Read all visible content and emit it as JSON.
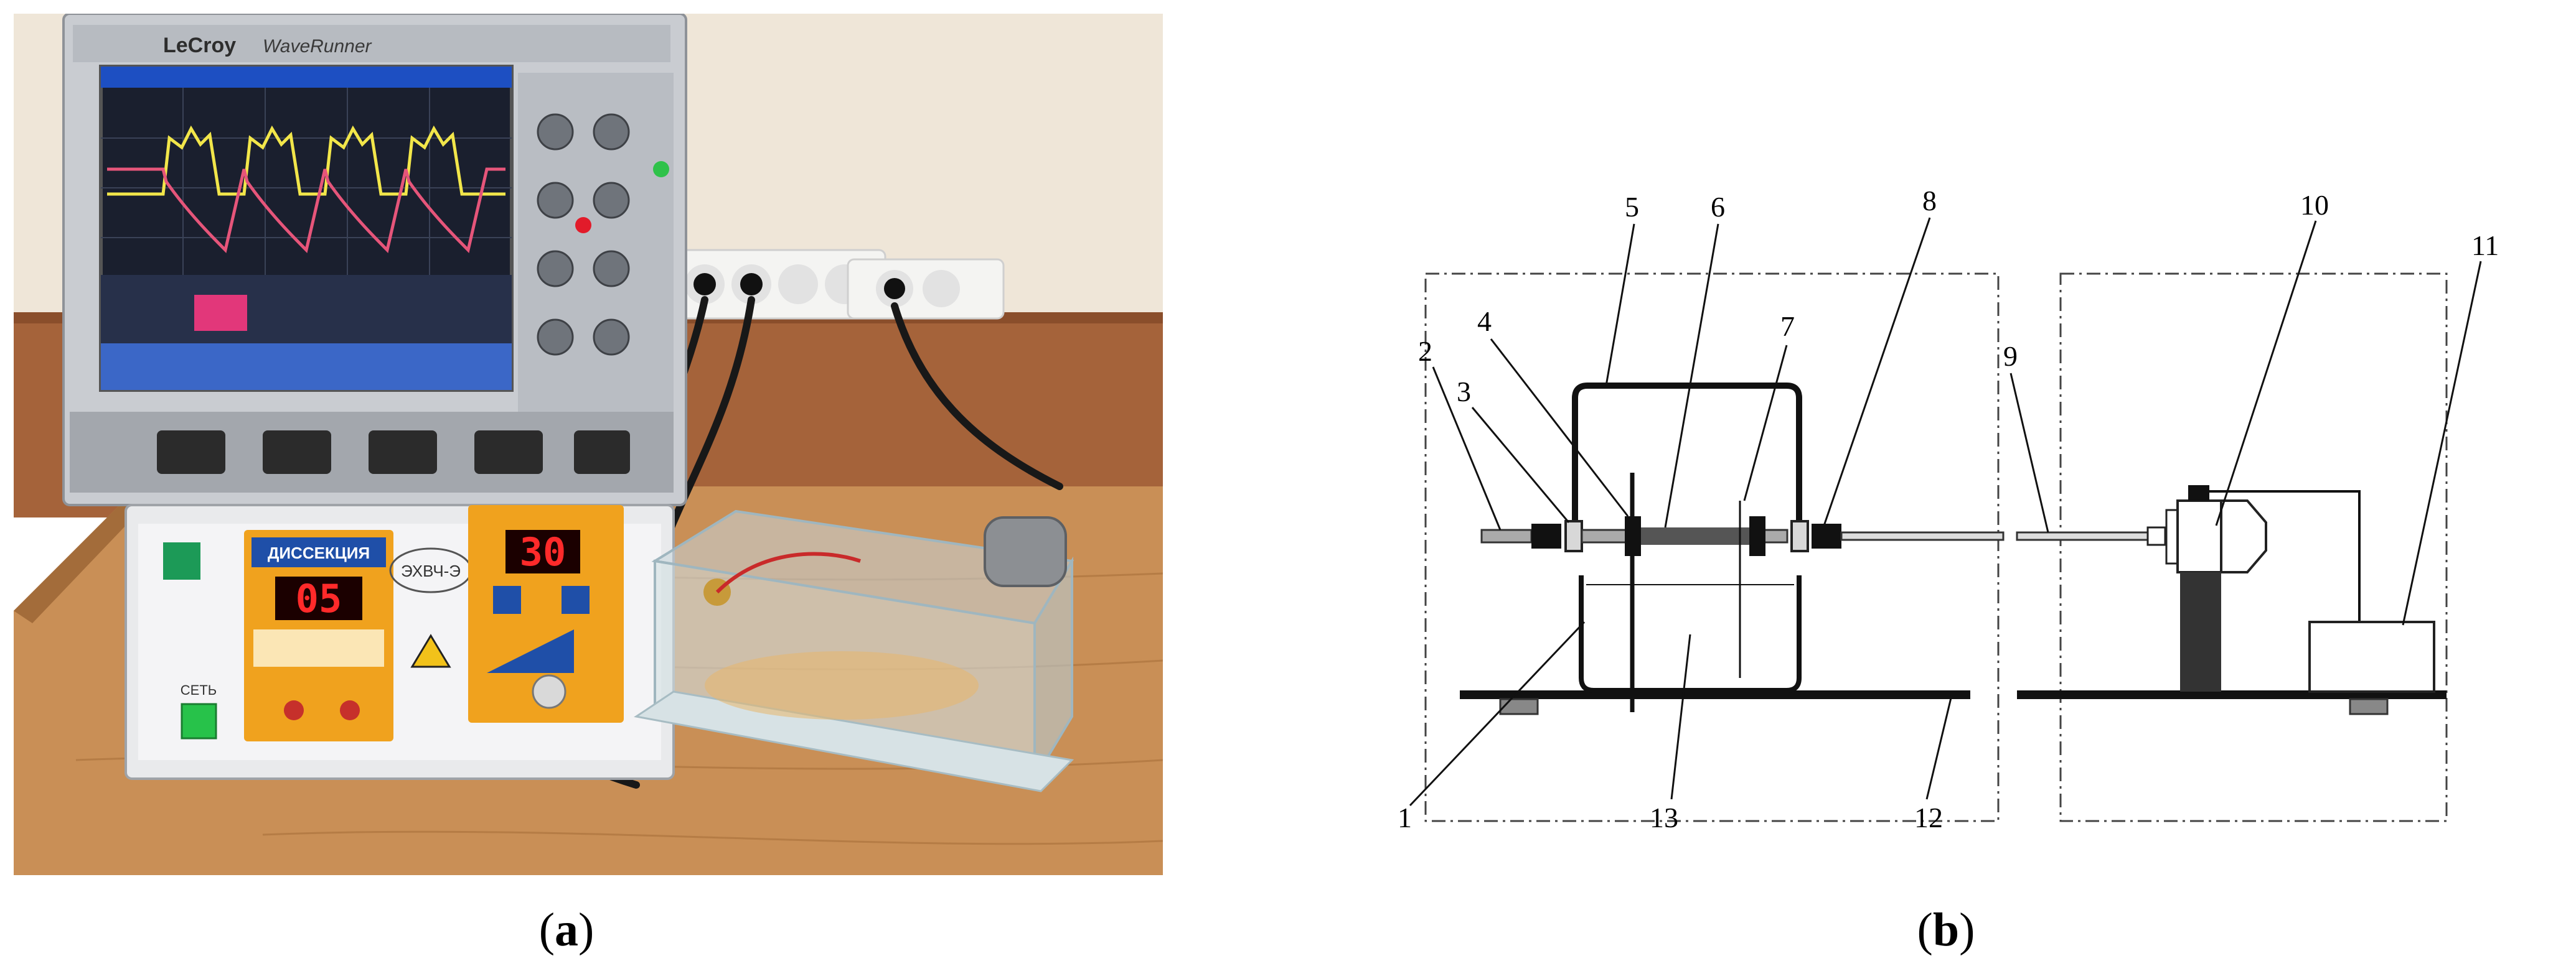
{
  "panel_a": {
    "scope_brand": "LeCroy",
    "scope_model": "WaveRunner",
    "generator_mode_label": "ДИССЕКЦИЯ",
    "generator_left_display": "05",
    "generator_right_display": "30",
    "generator_model": "ЭХВЧ-Э",
    "power_label": "СЕТЬ",
    "colors": {
      "trace_yellow": "#f2e64a",
      "trace_pink": "#e6557a",
      "scope_screen": "#1a1f2e",
      "generator_accent": "#f0a21e",
      "generator_blue": "#1f4fa8"
    }
  },
  "panel_b": {
    "callouts": [
      "1",
      "2",
      "3",
      "4",
      "5",
      "6",
      "7",
      "8",
      "9",
      "10",
      "11",
      "12",
      "13"
    ]
  },
  "captions": {
    "a_open": "(",
    "a_letter": "a",
    "a_close": ")",
    "b_open": "(",
    "b_letter": "b",
    "b_close": ")"
  }
}
